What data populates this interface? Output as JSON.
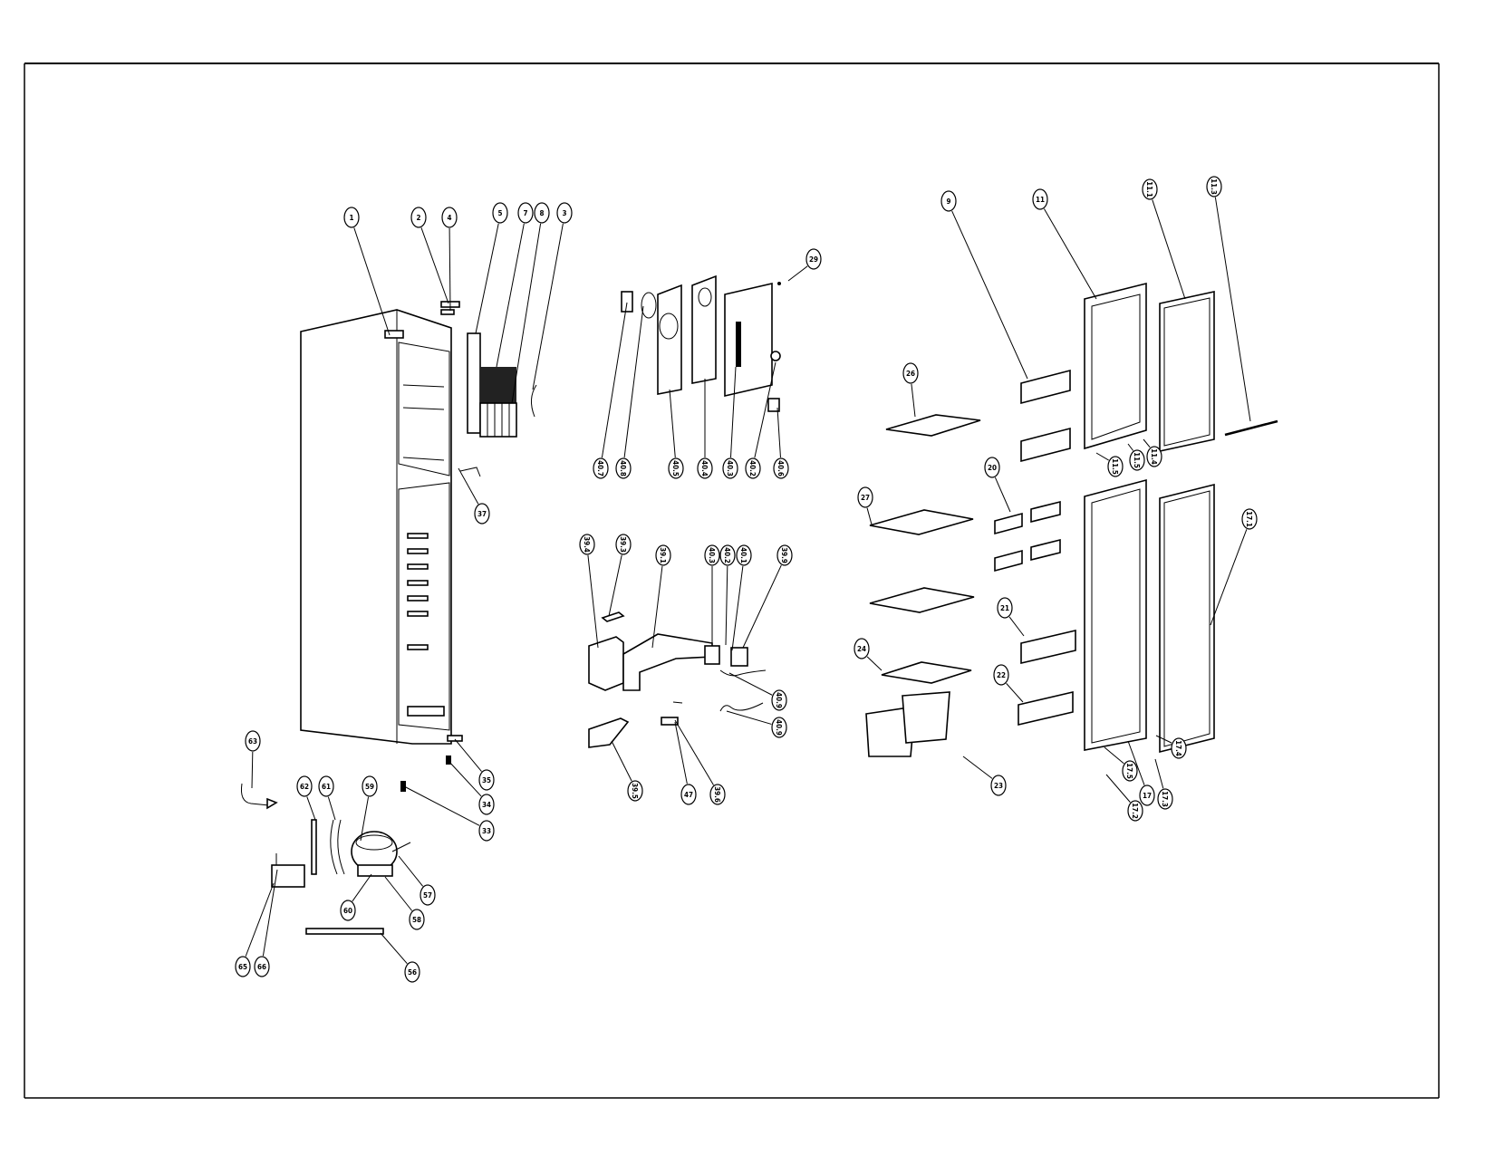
{
  "colors": {
    "background": "#ffffff",
    "line": "#000000"
  },
  "callouts": [
    "1",
    "2",
    "4",
    "5",
    "7",
    "8",
    "3",
    "37",
    "35",
    "34",
    "33",
    "63",
    "62",
    "61",
    "59",
    "57",
    "60",
    "58",
    "65",
    "66",
    "56",
    "29",
    "40.7",
    "40.8",
    "40.5",
    "40.4",
    "40.3",
    "40.2",
    "40.6",
    "39.4",
    "39.3",
    "39.1",
    "40.3",
    "40.2",
    "40.1",
    "39.9",
    "40.9",
    "40.9",
    "39.5",
    "47",
    "39.6",
    "9",
    "11",
    "11.1",
    "11.3",
    "26",
    "11.5",
    "11.5",
    "11.4",
    "20",
    "27",
    "21",
    "24",
    "22",
    "23",
    "17",
    "17.1",
    "17.4",
    "17.3",
    "17.2",
    "17.5"
  ]
}
